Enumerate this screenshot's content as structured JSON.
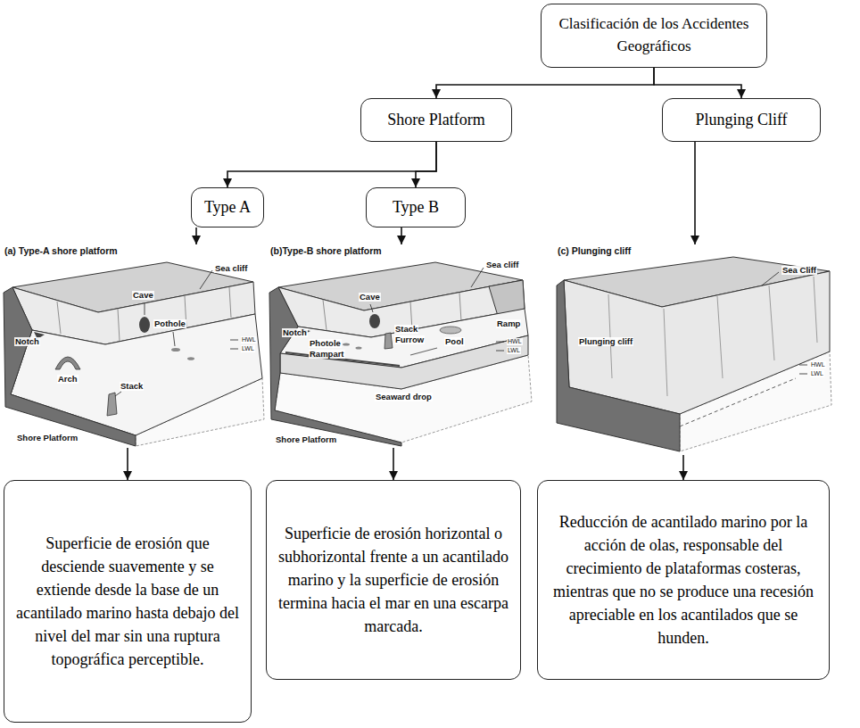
{
  "diagram": {
    "nodes": [
      {
        "text": [
          "Clasificación de los Accidentes Geográficos"
        ]
      },
      {
        "text": [
          "Shore Platform"
        ]
      },
      {
        "text": [
          "Plunging Cliff"
        ]
      },
      {
        "text": [
          "Type A"
        ]
      },
      {
        "text": [
          "Type B"
        ]
      },
      {
        "text": [
          "(a) Type-A shore platform",
          "Sea cliff",
          "Cave",
          "Pothole",
          "Notch",
          "Arch",
          "Stack",
          "Shore Platform",
          "HWL",
          "LWL"
        ]
      },
      {
        "text": [
          "(b)Type-B shore platform",
          "Sea cliff",
          "Ramp",
          "Cave",
          "Pool",
          "Notch",
          "Stack",
          "Furrow",
          "Photole",
          "Rampart",
          "Seaward drop",
          "Shore Platform",
          "HWL",
          "LWL"
        ]
      },
      {
        "text": [
          "(c) Plunging cliff",
          "Sea Cliff",
          "Plunging cliff",
          "HWL",
          "LWL"
        ]
      },
      {
        "text": [
          "Superficie de erosión que desciende suavemente y se extiende desde la base de un acantilado marino hasta debajo del nivel del mar sin una ruptura topográfica perceptible."
        ]
      },
      {
        "text": [
          "Superficie de erosión horizontal o subhorizontal frente a un acantilado marino y la superficie de erosión termina hacia el mar en una escarpa marcada."
        ]
      },
      {
        "text": [
          "Reducción de acantilado marino por la acción de olas, responsable del crecimiento de plataformas costeras, mientras que no se produce una recesión apreciable en los acantilados que se hunden."
        ]
      }
    ],
    "edges": [
      {
        "from": 0,
        "to": 1,
        "arrow": "to"
      },
      {
        "from": 0,
        "to": 2,
        "arrow": "to"
      },
      {
        "from": 1,
        "to": 3,
        "arrow": "to"
      },
      {
        "from": 1,
        "to": 4,
        "arrow": "to"
      },
      {
        "from": 3,
        "to": 5,
        "arrow": "to"
      },
      {
        "from": 4,
        "to": 6,
        "arrow": "to"
      },
      {
        "from": 2,
        "to": 7,
        "arrow": "to"
      },
      {
        "from": 5,
        "to": 8,
        "arrow": "to"
      },
      {
        "from": 6,
        "to": 9,
        "arrow": "to"
      },
      {
        "from": 7,
        "to": 10,
        "arrow": "to"
      }
    ]
  }
}
